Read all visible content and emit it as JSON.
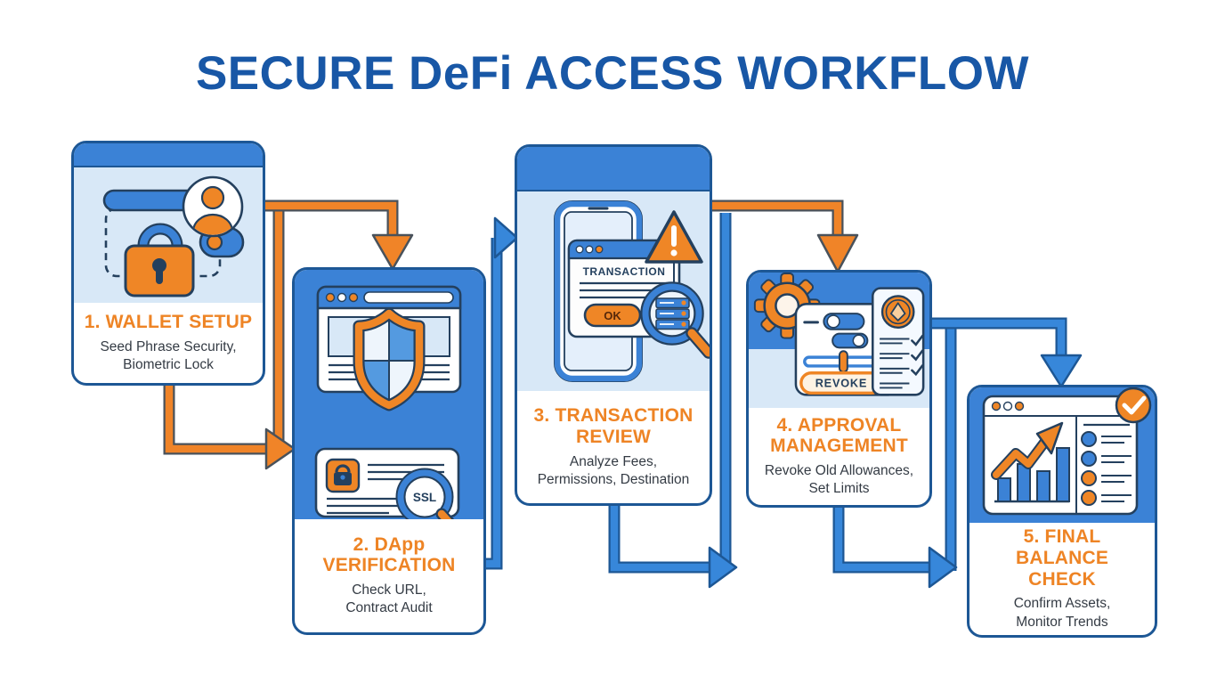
{
  "title": "SECURE DeFi ACCESS WORKFLOW",
  "colors": {
    "title_blue": "#1857a6",
    "card_border": "#1d5795",
    "medium_blue": "#3b82d6",
    "light_blue": "#d8e8f7",
    "orange": "#ef8626",
    "arrow_blue": "#3787da",
    "arrow_orange": "#f08428",
    "outline_navy": "#24405e"
  },
  "steps": [
    {
      "title_lines": [
        "1. WALLET SETUP"
      ],
      "subtitle_lines": [
        "Seed Phrase Security,",
        "Biometric Lock"
      ],
      "icons": [
        "wallet-lock-icon",
        "user-avatar-icon"
      ]
    },
    {
      "title_lines": [
        "2. DApp",
        "VERIFICATION"
      ],
      "subtitle_lines": [
        "Check URL,",
        "Contract Audit"
      ],
      "icons": [
        "browser-shield-icon",
        "contract-audit-icon",
        "ssl-magnifier-icon"
      ],
      "labels": {
        "ssl": "SSL"
      }
    },
    {
      "title_lines": [
        "3. TRANSACTION",
        "REVIEW"
      ],
      "subtitle_lines": [
        "Analyze Fees,",
        "Permissions, Destination"
      ],
      "icons": [
        "smartphone-icon",
        "transaction-popup-icon",
        "warning-icon",
        "details-magnifier-icon"
      ],
      "labels": {
        "popup_title": "TRANSACTION",
        "ok": "OK"
      }
    },
    {
      "title_lines": [
        "4. APPROVAL",
        "MANAGEMENT"
      ],
      "subtitle_lines": [
        "Revoke Old Allowances,",
        "Set Limits"
      ],
      "icons": [
        "gear-icon",
        "settings-panel-icon",
        "revoke-button",
        "eth-checklist-icon"
      ],
      "labels": {
        "revoke": "REVOKE"
      }
    },
    {
      "title_lines": [
        "5. FINAL BALANCE",
        "CHECK"
      ],
      "subtitle_lines": [
        "Confirm Assets,",
        "Monitor Trends"
      ],
      "icons": [
        "analytics-browser-icon",
        "bar-chart-icon",
        "trend-arrow-icon",
        "asset-checklist-icon",
        "check-badge-icon"
      ]
    }
  ],
  "connectors": [
    {
      "from": "step-1",
      "to": "step-2",
      "color": "orange"
    },
    {
      "from": "step-1-bottom",
      "to": "step-2-left",
      "color": "orange"
    },
    {
      "from": "step-2-right",
      "to": "step-3-left",
      "color": "blue"
    },
    {
      "from": "step-3",
      "to": "step-4",
      "color": "orange"
    },
    {
      "from": "step-3-bottom",
      "to": "merge-line",
      "color": "blue"
    },
    {
      "from": "step-4",
      "to": "step-5",
      "color": "blue"
    },
    {
      "from": "step-4-bottom",
      "to": "merge-line",
      "color": "blue"
    }
  ]
}
